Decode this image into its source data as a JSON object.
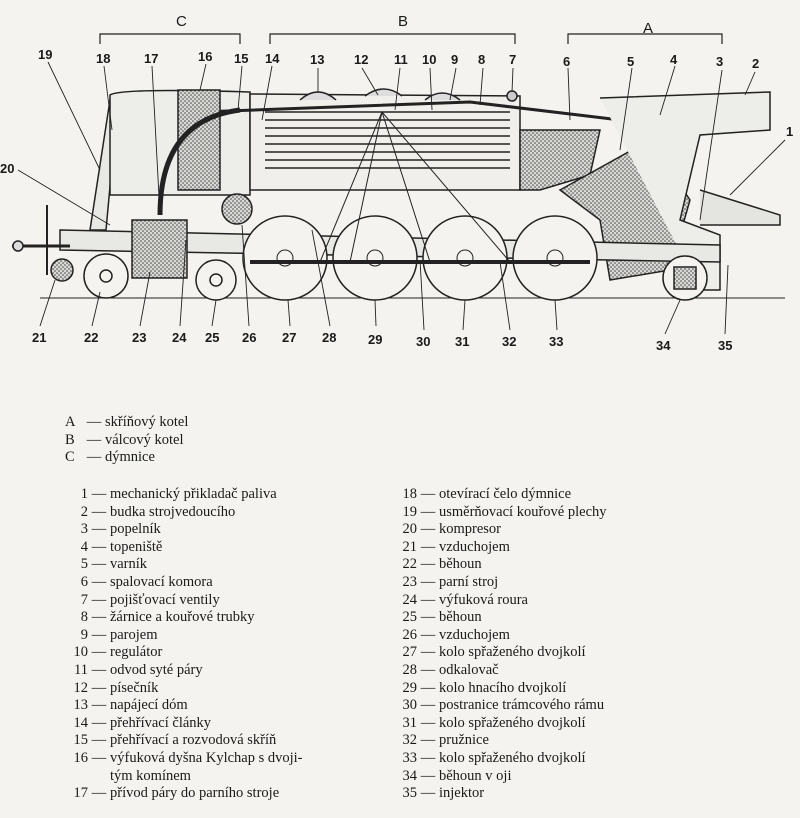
{
  "sections": [
    {
      "key": "A",
      "text": "skříňový kotel"
    },
    {
      "key": "B",
      "text": "válcový kotel"
    },
    {
      "key": "C",
      "text": "dýmnice"
    }
  ],
  "callouts": [
    "1",
    "2",
    "3",
    "4",
    "5",
    "6",
    "7",
    "8",
    "9",
    "10",
    "11",
    "12",
    "13",
    "14",
    "15",
    "16",
    "17",
    "18",
    "19",
    "20",
    "21",
    "22",
    "23",
    "24",
    "25",
    "26",
    "27",
    "28",
    "29",
    "30",
    "31",
    "32",
    "33",
    "34",
    "35"
  ],
  "legend_left": [
    {
      "num": "1",
      "text": "mechanický přikladač paliva"
    },
    {
      "num": "2",
      "text": "budka strojvedoucího"
    },
    {
      "num": "3",
      "text": "popelník"
    },
    {
      "num": "4",
      "text": "topeniště"
    },
    {
      "num": "5",
      "text": "varník"
    },
    {
      "num": "6",
      "text": "spalovací komora"
    },
    {
      "num": "7",
      "text": "pojišťovací ventily"
    },
    {
      "num": "8",
      "text": "žárnice a kouřové trubky"
    },
    {
      "num": "9",
      "text": "parojem"
    },
    {
      "num": "10",
      "text": "regulátor"
    },
    {
      "num": "11",
      "text": "odvod syté páry"
    },
    {
      "num": "12",
      "text": "písečník"
    },
    {
      "num": "13",
      "text": "napájecí dóm"
    },
    {
      "num": "14",
      "text": "přehřívací články"
    },
    {
      "num": "15",
      "text": "přehřívací a rozvodová skříň"
    },
    {
      "num": "16",
      "text": "výfuková dyšna Kylchap s dvoji-",
      "cont": "tým komínem"
    },
    {
      "num": "17",
      "text": "přívod páry do parního stroje"
    }
  ],
  "legend_right": [
    {
      "num": "18",
      "text": "otevírací čelo dýmnice"
    },
    {
      "num": "19",
      "text": "usměrňovací kouřové plechy"
    },
    {
      "num": "20",
      "text": "kompresor"
    },
    {
      "num": "21",
      "text": "vzduchojem"
    },
    {
      "num": "22",
      "text": "běhoun"
    },
    {
      "num": "23",
      "text": "parní stroj"
    },
    {
      "num": "24",
      "text": "výfuková roura"
    },
    {
      "num": "25",
      "text": "běhoun"
    },
    {
      "num": "26",
      "text": "vzduchojem"
    },
    {
      "num": "27",
      "text": "kolo spřaženého dvojkolí"
    },
    {
      "num": "28",
      "text": "odkalovač"
    },
    {
      "num": "29",
      "text": "kolo hnacího dvojkolí"
    },
    {
      "num": "30",
      "text": "postranice trámcového rámu"
    },
    {
      "num": "31",
      "text": "kolo spřaženého dvojkolí"
    },
    {
      "num": "32",
      "text": "pružnice"
    },
    {
      "num": "33",
      "text": "kolo spřaženého dvojkolí"
    },
    {
      "num": "34",
      "text": "běhoun v oji"
    },
    {
      "num": "35",
      "text": "injektor"
    }
  ]
}
